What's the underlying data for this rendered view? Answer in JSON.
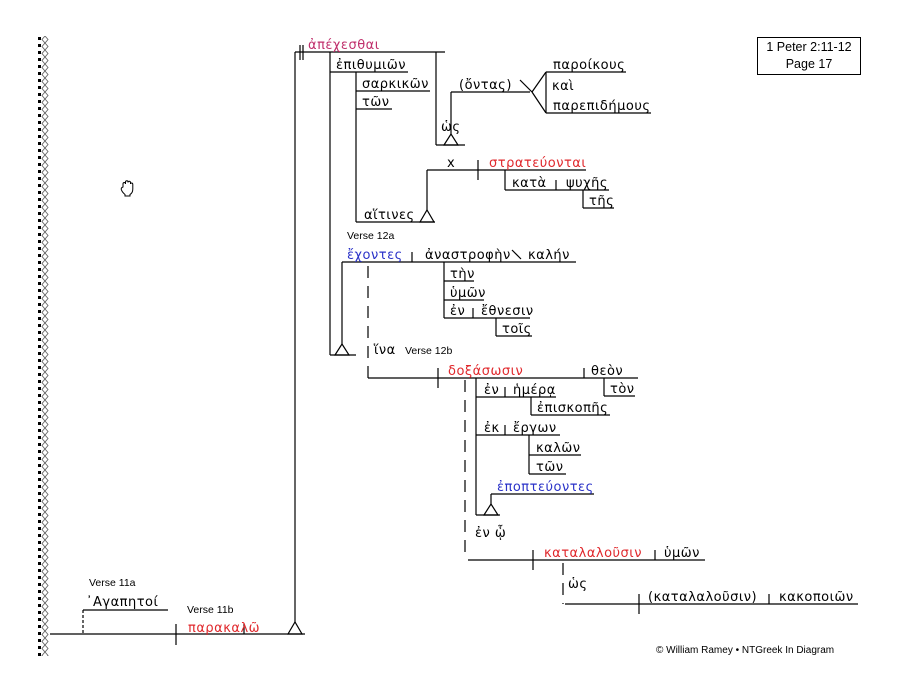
{
  "reference": {
    "line1": "1 Peter 2:11-12",
    "line2": "Page 17"
  },
  "footer": "© William Ramey • NTGreek In Diagram",
  "colors": {
    "verb": "#e0282c",
    "main_verb": "#c0306c",
    "participle": "#2a32c8",
    "text": "#000000"
  },
  "icons": {
    "cursor": "hand-grab-cursor-icon",
    "binding": "spiral-binding"
  },
  "verse_labels": {
    "v11a": "Verse 11a",
    "v11b": "Verse 11b",
    "v12a": "Verse 12a",
    "v12b": "Verse 12b"
  },
  "words": {
    "agapetoi": "᾿Αγαπητοί",
    "parakalo": "παρακαλῶ",
    "apechesthai": "ἀπέχεσθαι",
    "epithymion": "ἐπιθυμιῶν",
    "sarkikon": "σαρκικῶν",
    "ton1": "τῶν",
    "ontas": "(ὄντας)",
    "paroikous": "παροίκους",
    "kai": "καὶ",
    "parepidemous": "παρεπιδήμους",
    "hos1": "ὡς",
    "x": "x",
    "strateuontai": "στρατεύονται",
    "kata": "κατὰ",
    "psyches": "ψυχῆς",
    "tes": "τῆς",
    "haitines": "αἵτινες",
    "echontes": "ἔχοντες",
    "anastrophen": "ἀναστροφὴν",
    "kalen": "καλήν",
    "ten": "τὴν",
    "hymon1": "ὑμῶν",
    "en1": "ἐν",
    "ethnesin": "ἔθνεσιν",
    "tois": "τοῖς",
    "hina": "ἵνα",
    "doxasosin": "δοξάσωσιν",
    "theon": "θεὸν",
    "ton2": "τὸν",
    "en2": "ἐν",
    "hemera": "ἡμέρᾳ",
    "episkopes": "ἐπισκοπῆς",
    "ek": "ἐκ",
    "ergon": "ἔργων",
    "kalon": "καλῶν",
    "ton3": "τῶν",
    "epopteuontes": "ἐποπτεύοντες",
    "en_ho": "ἐν ᾧ",
    "katalalousin": "καταλαλοῦσιν",
    "hymon2": "ὑμῶν",
    "hos2": "ὡς",
    "katalalousin2": "(καταλαλοῦσιν)",
    "kakopoion": "κακοποιῶν"
  }
}
